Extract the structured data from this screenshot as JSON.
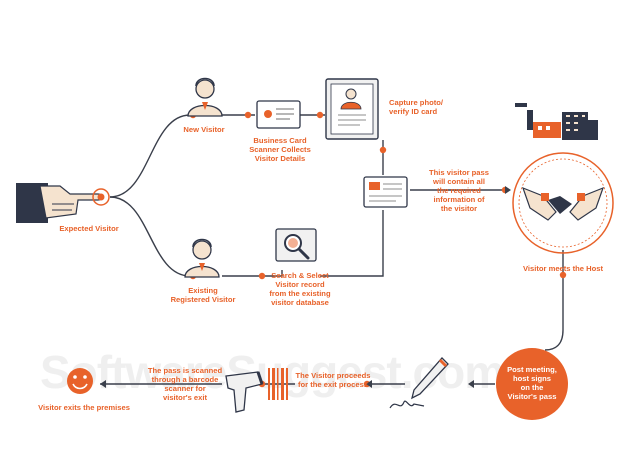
{
  "labels": {
    "expected_visitor": "Expected Visitor",
    "new_visitor": "New Visitor",
    "existing_visitor": "Existing\nRegistered Visitor",
    "business_card": "Business Card\nScanner Collects\nVisitor Details",
    "capture_photo": "Capture photo/\nverify ID card",
    "search_select": "Search & Select\nVisitor record\nfrom the existing\nvisitor database",
    "visitor_pass": "This visitor pass\nwill contain all\nthe required\ninformation of\nthe visitor",
    "meets_host": "Visitor meets the Host",
    "post_meeting": "Post meeting,\nhost signs\non the\nVisitor's pass",
    "exit_process": "The Visitor proceeds\nfor the exit process",
    "pass_scanned": "The pass is scanned\nthrough a barcode\nscanner for\nvisitor's exit",
    "visitor_exits": "Visitor exits the premises"
  },
  "watermark": "SoftwareSuggest.com",
  "colors": {
    "accent": "#e8622a",
    "line": "#3a3f4b",
    "skin": "#f5e3cf",
    "navy": "#2f3648",
    "grey": "#8c8c8c"
  }
}
